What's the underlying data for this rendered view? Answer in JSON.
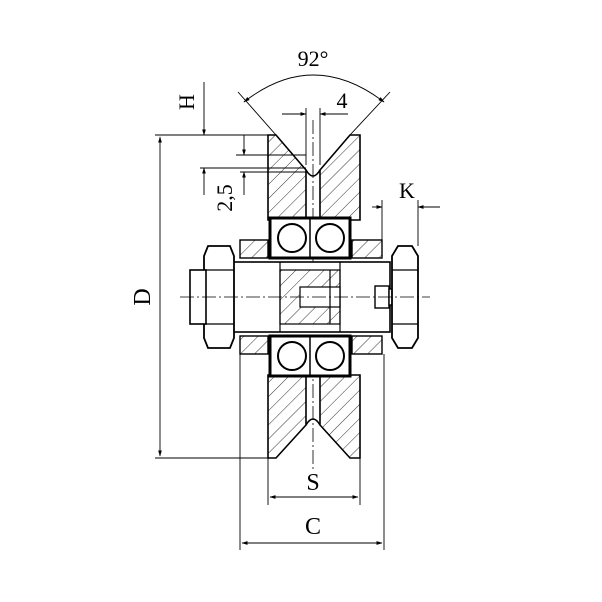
{
  "drawing": {
    "labels": {
      "angle": "92°",
      "groove_width": "4",
      "H": "H",
      "depth": "2,5",
      "K": "K",
      "D": "D",
      "S": "S",
      "C": "C"
    },
    "colors": {
      "ink": "#000000",
      "paper": "#ffffff"
    }
  }
}
